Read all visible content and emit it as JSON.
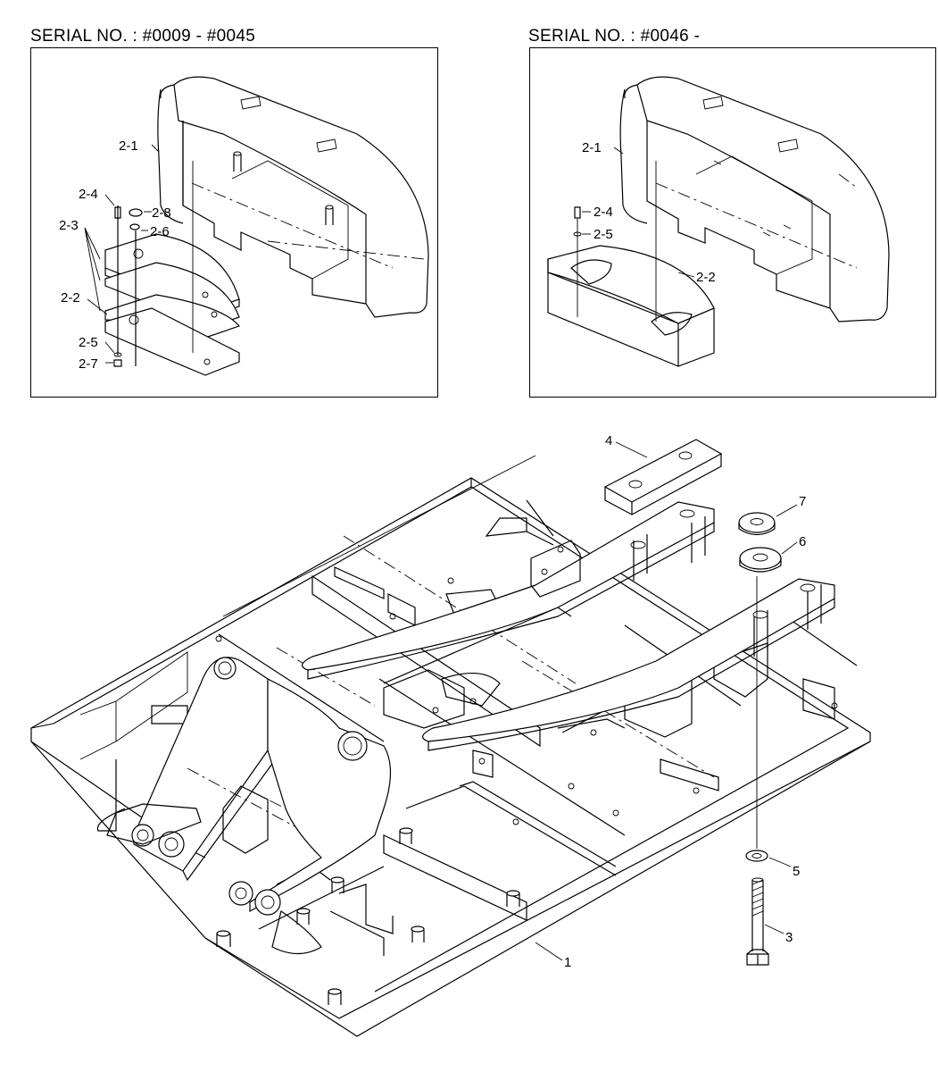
{
  "headers": {
    "left": "SERIAL NO. : #0009 - #0045",
    "right": "SERIAL NO. : #0046 -"
  },
  "callouts_left": {
    "c2_1": "2-1",
    "c2_4": "2-4",
    "c2_8": "2-8",
    "c2_3": "2-3",
    "c2_6": "2-6",
    "c2_2": "2-2",
    "c2_5": "2-5",
    "c2_7": "2-7"
  },
  "callouts_right": {
    "c2_1": "2-1",
    "c2_4": "2-4",
    "c2_5": "2-5",
    "c2_2": "2-2"
  },
  "callouts_main": {
    "c1": "1",
    "c3": "3",
    "c4": "4",
    "c5": "5",
    "c6": "6",
    "c7": "7"
  }
}
